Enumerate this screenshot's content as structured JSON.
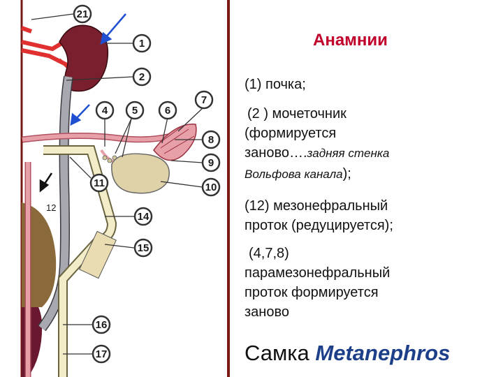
{
  "diagram": {
    "callouts": [
      "21",
      "1",
      "2",
      "7",
      "4",
      "5",
      "6",
      "8",
      "9",
      "10",
      "11",
      "14",
      "15",
      "16",
      "17"
    ],
    "inline_label": "12",
    "colors": {
      "kidney": "#7a1f2e",
      "ureter": "#a8a8b0",
      "oviduct": "#e8a0a8",
      "vessel": "#e03030",
      "bladder": "#dfd2a8",
      "frame": "#7a1a14",
      "arrow": "#1f4fd0",
      "cloaca": "#8a6a3a"
    }
  },
  "text": {
    "title": "Анамнии",
    "item1": "(1) почка;",
    "item2_line1": "(2 ) мочеточник",
    "item2_line2": "(формируется",
    "item2_line3_bold": "заново….",
    "item2_line3_italic": "задняя стенка",
    "item2_line4_italic": "Вольфова канала",
    "item2_line4_end": ");",
    "item3_line1": "(12) мезонефральный",
    "item3_line2": "проток (редуцируется);",
    "item4_line1": "(4,7,8)",
    "item4_line2": "парамезонефральный",
    "item4_line3": "проток формируется",
    "item4_line4": "заново",
    "caption_main": "Самка",
    "caption_species": "Metanephros"
  }
}
